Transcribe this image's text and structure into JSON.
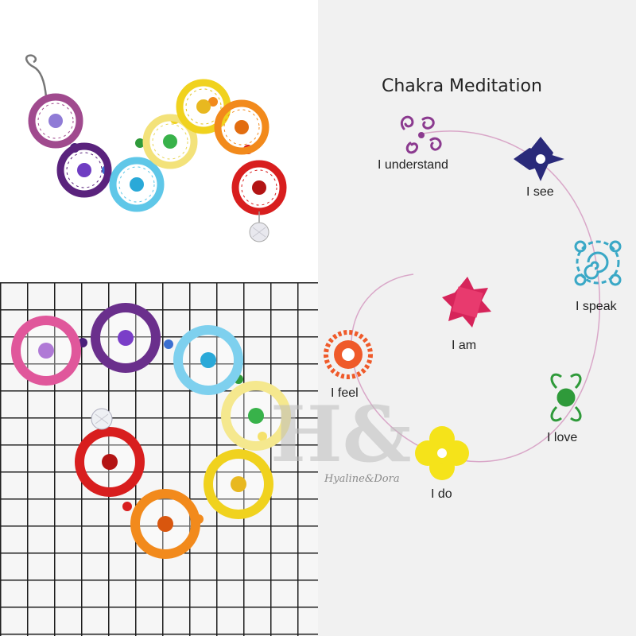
{
  "chakra_chart": {
    "title": "Chakra Meditation",
    "items": [
      {
        "label": "I understand",
        "color": "#8b3a8f",
        "icon": "crown-swirl-icon"
      },
      {
        "label": "I see",
        "color": "#2a2a7a",
        "icon": "third-eye-star-icon"
      },
      {
        "label": "I speak",
        "color": "#3aa8c6",
        "icon": "throat-swirl-icon"
      },
      {
        "label": "I love",
        "color": "#2f9a3a",
        "icon": "heart-swirl-icon"
      },
      {
        "label": "I do",
        "color": "#f5e31a",
        "icon": "solar-plexus-flower-icon"
      },
      {
        "label": "I feel",
        "color": "#ef5a2a",
        "icon": "sacral-sun-icon"
      },
      {
        "label": "I am",
        "color": "#d6245a",
        "icon": "root-flower-icon"
      }
    ]
  },
  "watermark": {
    "logo": "H&",
    "text": "Hyaline&Dora"
  },
  "colors": {
    "ring_pink": "#c84a8e",
    "ring_purple": "#6a2f8c",
    "ring_lightblue": "#5fc7e8",
    "ring_paleyellow": "#f3e27a",
    "ring_yellow": "#f0d21e",
    "ring_orange": "#f28a1c",
    "ring_red": "#d81e1e"
  }
}
